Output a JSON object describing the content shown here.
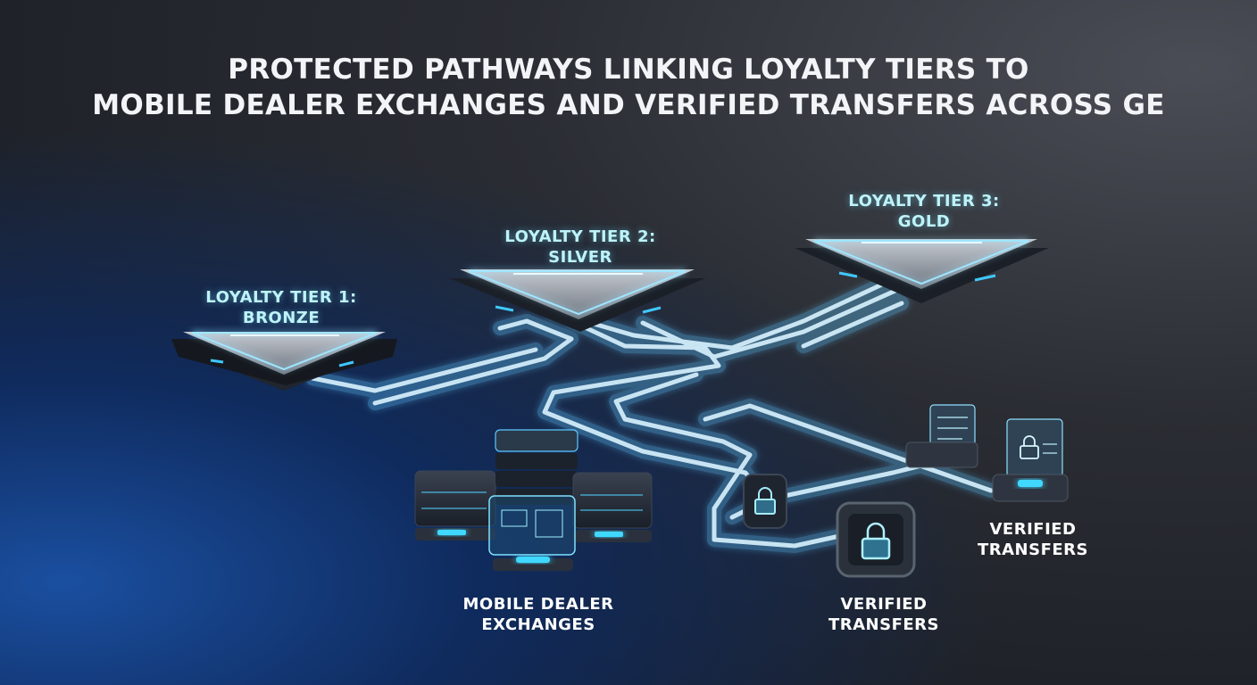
{
  "title": {
    "line1": "PROTECTED PATHWAYS LINKING LOYALTY TIERS TO",
    "line2": "MOBILE DEALER EXCHANGES AND VERIFIED TRANSFERS ACROSS GE"
  },
  "tiers": [
    {
      "line1": "LOYALTY TIER 1:",
      "line2": "BRONZE"
    },
    {
      "line1": "LOYALTY TIER 2:",
      "line2": "SILVER"
    },
    {
      "line1": "LOYALTY TIER 3:",
      "line2": "GOLD"
    }
  ],
  "nodes": {
    "dealer": {
      "line1": "MOBILE DEALER",
      "line2": "EXCHANGES"
    },
    "verified_center": {
      "line1": "VERIFIED",
      "line2": "TRANSFERS"
    },
    "verified_right": {
      "line1": "VERIFIED",
      "line2": "TRANSFERS"
    }
  },
  "colors": {
    "pipe_glow": "#7fd4ff",
    "pipe_core": "#dff6ff",
    "accent": "#36c8ff",
    "platform": "#8e949f"
  },
  "icons": [
    "lock-icon",
    "server-icon",
    "document-lock-icon"
  ]
}
